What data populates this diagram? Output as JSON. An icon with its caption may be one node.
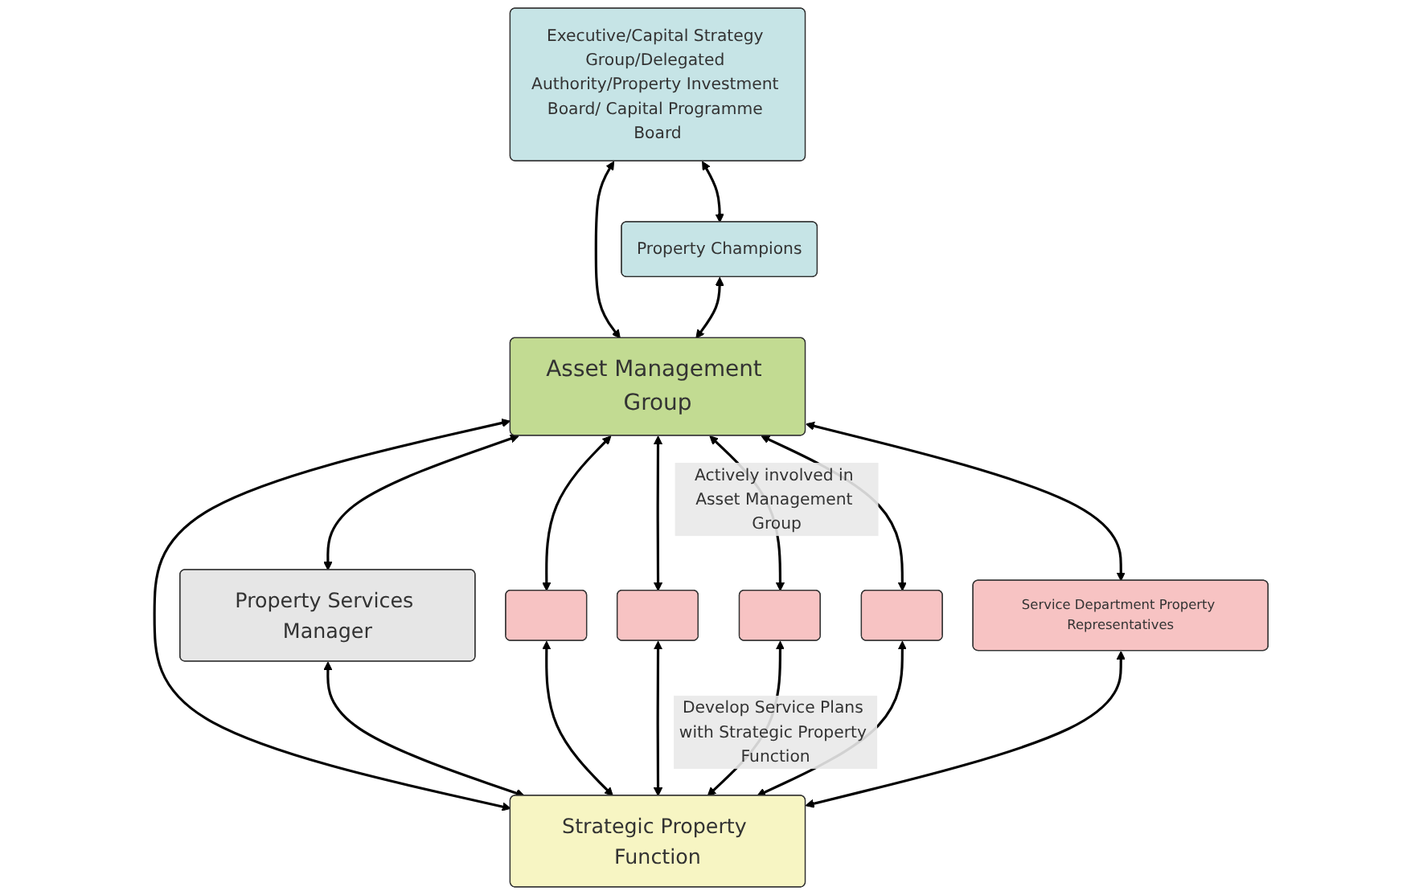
{
  "diagram": {
    "nodes": [
      {
        "text": [
          "Executive/Capital Strategy Group/Delegated Authority/Property Investment Board/ Capital Programme Board"
        ]
      },
      {
        "text": [
          "Property Champions"
        ]
      },
      {
        "text": [
          "Asset Management Group"
        ]
      },
      {
        "text": [
          "Property Services Manager"
        ]
      },
      {
        "text": [],
        "shape": "box"
      },
      {
        "text": [],
        "shape": "box"
      },
      {
        "text": [],
        "shape": "box"
      },
      {
        "text": [],
        "shape": "box"
      },
      {
        "text": [
          "Service Department Property Representatives"
        ]
      },
      {
        "text": [
          "Strategic Property Function"
        ]
      }
    ],
    "edges": [
      {
        "from": 0,
        "to": 1,
        "arrow": "both"
      },
      {
        "from": 0,
        "to": 2,
        "arrow": "both"
      },
      {
        "from": 1,
        "to": 2,
        "arrow": "both"
      },
      {
        "from": 2,
        "to": 3,
        "arrow": "both"
      },
      {
        "from": 2,
        "to": 9,
        "arrow": "both"
      },
      {
        "from": 3,
        "to": 9,
        "arrow": "both"
      },
      {
        "from": 2,
        "to": 4,
        "arrow": "both"
      },
      {
        "from": 2,
        "to": 5,
        "arrow": "both"
      },
      {
        "from": 2,
        "to": 6,
        "arrow": "both",
        "label": "Actively involved in Asset Management Group"
      },
      {
        "from": 2,
        "to": 7,
        "arrow": "both"
      },
      {
        "from": 2,
        "to": 8,
        "arrow": "both"
      },
      {
        "from": 4,
        "to": 9,
        "arrow": "both"
      },
      {
        "from": 5,
        "to": 9,
        "arrow": "both"
      },
      {
        "from": 6,
        "to": 9,
        "arrow": "both",
        "label": "Develop Service Plans with Strategic Property Function"
      },
      {
        "from": 7,
        "to": 9,
        "arrow": "both"
      },
      {
        "from": 8,
        "to": 9,
        "arrow": "both"
      }
    ]
  }
}
